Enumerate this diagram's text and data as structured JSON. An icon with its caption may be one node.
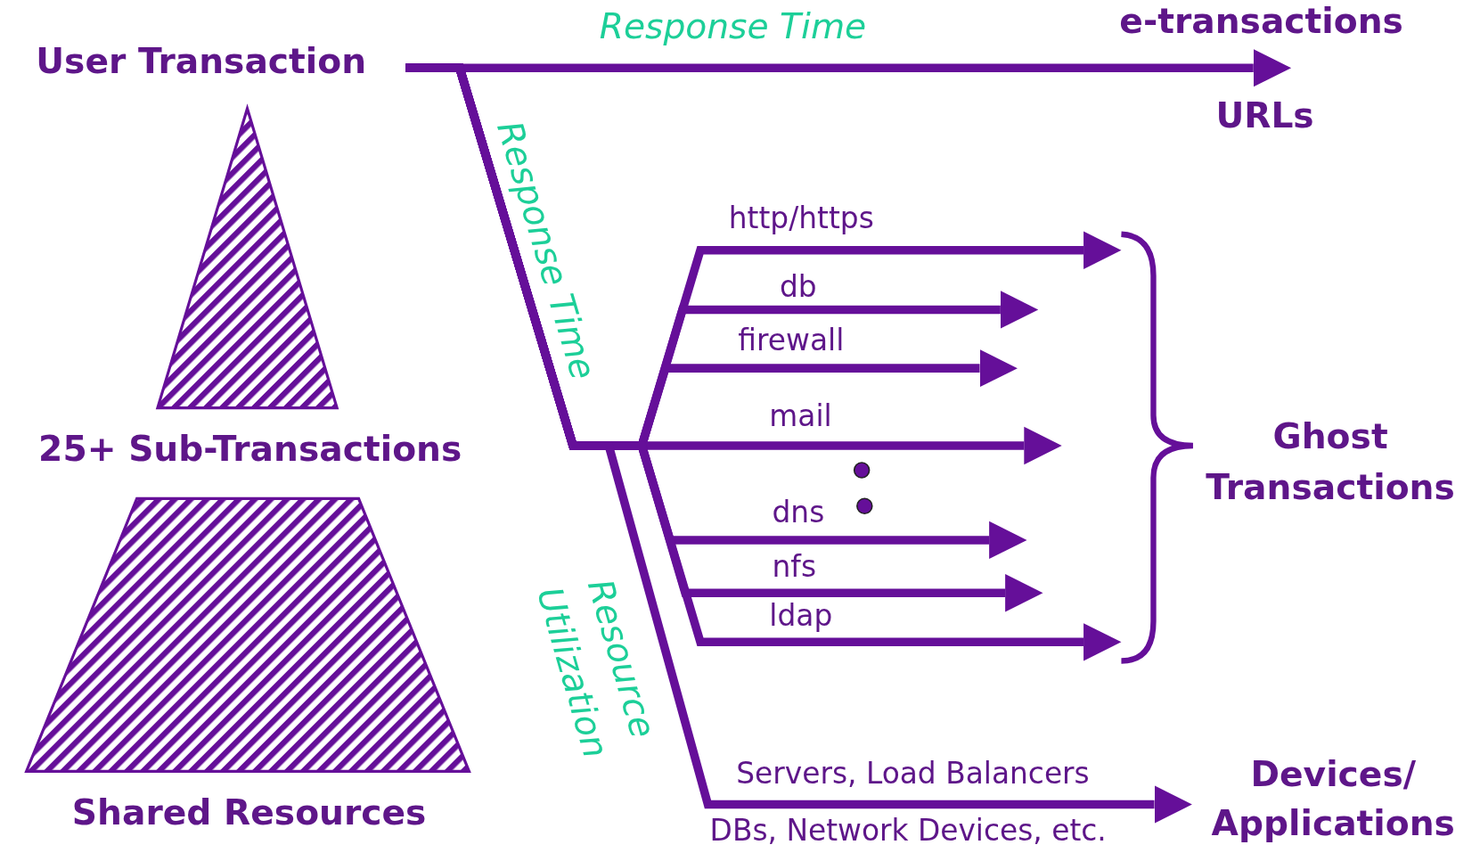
{
  "diagram": {
    "nodes": [
      {
        "text": [
          "User Transaction"
        ]
      },
      {
        "text": [
          "e-transactions",
          "URLs"
        ]
      },
      {
        "text": [
          "25+ Sub-Transactions"
        ]
      },
      {
        "text": [
          "Shared Resources"
        ]
      },
      {
        "text": [
          "Devices/ Applications"
        ]
      }
    ],
    "edges": [
      {
        "from": 0,
        "to": 1,
        "arrow": "to",
        "label": "Response Time"
      },
      {
        "from": 0,
        "to": null,
        "arrow": "to",
        "label": "http/https"
      },
      {
        "from": 0,
        "to": null,
        "arrow": "to",
        "label": "db"
      },
      {
        "from": 0,
        "to": null,
        "arrow": "to",
        "label": "firewall"
      },
      {
        "from": 0,
        "to": null,
        "arrow": "to",
        "label": "mail"
      },
      {
        "from": 0,
        "to": null,
        "arrow": "to",
        "label": "dns"
      },
      {
        "from": 0,
        "to": null,
        "arrow": "to",
        "label": "nfs"
      },
      {
        "from": 0,
        "to": null,
        "arrow": "to",
        "label": "ldap"
      },
      {
        "from": 0,
        "to": 4,
        "arrow": "to",
        "label": "Servers, Load Balancers"
      }
    ],
    "labels": [
      "Response Time",
      "Ghost Transactions",
      "Resource Utilization",
      "DBs, Network Devices, etc."
    ]
  }
}
